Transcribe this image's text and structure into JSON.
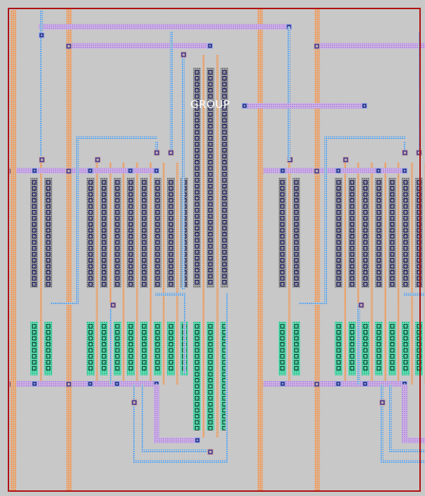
{
  "canvas": {
    "background": "#c8c8c8",
    "border_color": "#b01010",
    "label": "GROUP"
  },
  "colors": {
    "metal1": "#5ea8f0",
    "metal2": "#c49ae0",
    "poly": "#ee9a5a",
    "diffusion_p": "#3fd0a0",
    "diffusion_n": "#7a7a7a",
    "contact": "#1a1a8a",
    "contact_pad": "#c89090",
    "via": "#2222aa"
  },
  "cells": [
    "left-cell",
    "right-cell"
  ]
}
